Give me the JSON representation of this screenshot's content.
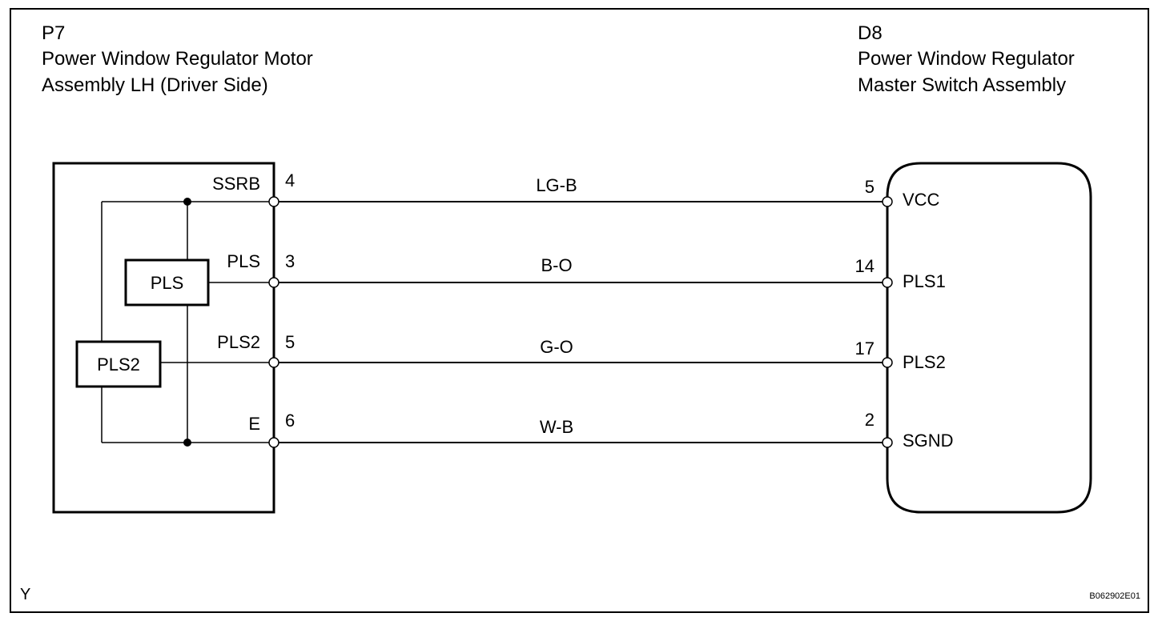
{
  "left_connector": {
    "code": "P7",
    "name_line1": "Power Window Regulator Motor",
    "name_line2": "Assembly LH (Driver Side)",
    "box_pls": "PLS",
    "box_pls2": "PLS2"
  },
  "right_connector": {
    "code": "D8",
    "name_line1": "Power Window Regulator",
    "name_line2": "Master Switch Assembly"
  },
  "wires": [
    {
      "left_signal": "SSRB",
      "left_pin": "4",
      "color": "LG-B",
      "right_pin": "5",
      "right_signal": "VCC"
    },
    {
      "left_signal": "PLS",
      "left_pin": "3",
      "color": "B-O",
      "right_pin": "14",
      "right_signal": "PLS1"
    },
    {
      "left_signal": "PLS2",
      "left_pin": "5",
      "color": "G-O",
      "right_pin": "17",
      "right_signal": "PLS2"
    },
    {
      "left_signal": "E",
      "left_pin": "6",
      "color": "W-B",
      "right_pin": "2",
      "right_signal": "SGND"
    }
  ],
  "footer": {
    "corner_letter": "Y",
    "figure_id": "B062902E01"
  }
}
